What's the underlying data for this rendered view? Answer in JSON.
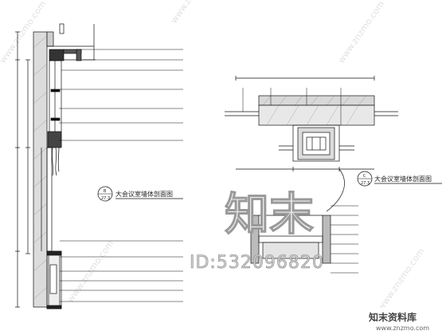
{
  "left_detail": {
    "title": "大会议室墙体剖面图",
    "bubble_top": "B",
    "bubble_bottom": "27.3",
    "annotations": [
      "",
      "",
      "",
      "",
      "",
      "",
      "",
      "",
      "",
      "",
      "",
      "",
      ""
    ]
  },
  "right_detail": {
    "title": "大会议室墙体剖面图",
    "bubble_top": "C",
    "bubble_bottom": "27.3",
    "top_annotations": [
      "",
      "",
      "",
      ""
    ],
    "right_annotations": [
      "",
      "",
      "",
      "",
      "",
      "",
      "",
      ""
    ]
  },
  "watermarks": {
    "center": "知末",
    "id": "ID:532096820",
    "brand": "知末资料库",
    "url": "www.znzmo.com",
    "diagonal": "www.znzmo.com"
  }
}
